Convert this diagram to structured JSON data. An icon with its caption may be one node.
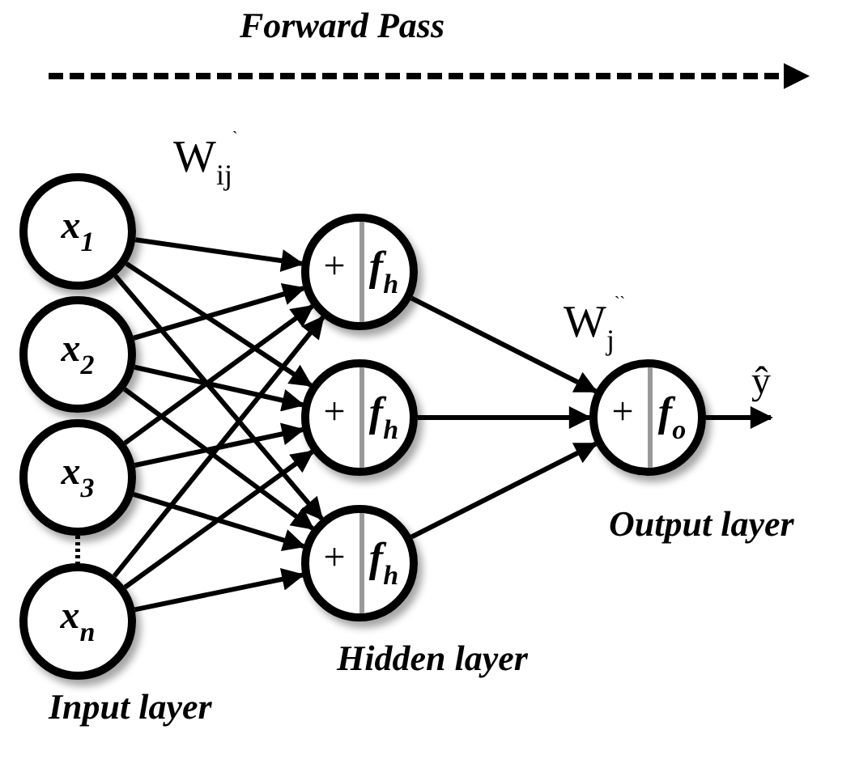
{
  "diagram": {
    "nodes": [
      {
        "text": [
          "x$_{1}$"
        ]
      },
      {
        "text": [
          "x$_{2}$"
        ]
      },
      {
        "text": [
          "x$_{3}$"
        ]
      },
      {
        "text": [
          "x$_{n}$"
        ]
      },
      {
        "text": [
          "+",
          "f$_{h}$"
        ]
      },
      {
        "text": [
          "+",
          "f$_{h}$"
        ]
      },
      {
        "text": [
          "+",
          "f$_{h}$"
        ]
      },
      {
        "text": [
          "+",
          "f$_{o}$"
        ]
      }
    ],
    "edges": [
      {
        "from": 0,
        "to": 4,
        "arrow": "to"
      },
      {
        "from": 0,
        "to": 5,
        "arrow": "to"
      },
      {
        "from": 0,
        "to": 6,
        "arrow": "to"
      },
      {
        "from": 1,
        "to": 4,
        "arrow": "to"
      },
      {
        "from": 1,
        "to": 5,
        "arrow": "to"
      },
      {
        "from": 1,
        "to": 6,
        "arrow": "to"
      },
      {
        "from": 2,
        "to": 4,
        "arrow": "to"
      },
      {
        "from": 2,
        "to": 5,
        "arrow": "to"
      },
      {
        "from": 2,
        "to": 6,
        "arrow": "to"
      },
      {
        "from": 3,
        "to": 4,
        "arrow": "to"
      },
      {
        "from": 3,
        "to": 5,
        "arrow": "to"
      },
      {
        "from": 3,
        "to": 6,
        "arrow": "to"
      },
      {
        "from": 4,
        "to": 7,
        "arrow": "to"
      },
      {
        "from": 5,
        "to": 7,
        "arrow": "to"
      },
      {
        "from": 6,
        "to": 7,
        "arrow": "to"
      },
      {
        "from": 7,
        "to": null,
        "arrow": "to",
        "label": "ŷ"
      },
      {
        "from": 2,
        "to": 3,
        "arrow": "none",
        "style": "dashed"
      }
    ],
    "labels": [
      "Forward Pass",
      "W$_{ij}$$^{`}$",
      "W$_{j}$$^{``}$",
      "Input layer",
      "Hidden layer",
      "Output layer"
    ]
  }
}
